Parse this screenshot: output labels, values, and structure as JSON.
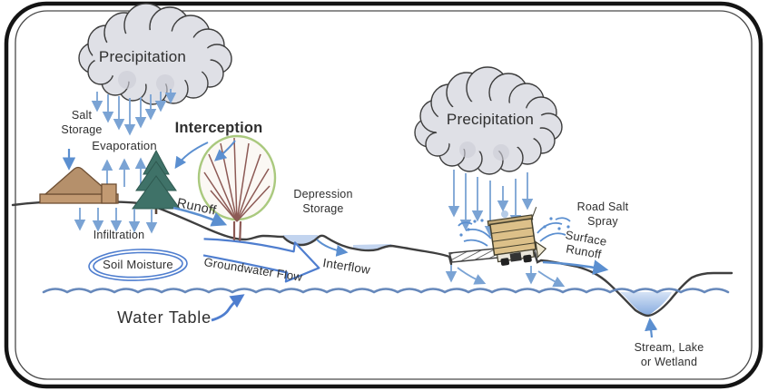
{
  "diagram": {
    "labels": {
      "precipitation_left": "Precipitation",
      "precipitation_right": "Precipitation",
      "salt_storage": "Salt\nStorage",
      "evaporation": "Evaporation",
      "interception": "Interception",
      "runoff": "Runoff",
      "infiltration": "Infiltration",
      "soil_moisture": "Soil Moisture",
      "depression_storage": "Depression\nStorage",
      "groundwater_flow": "Groundwater Flow",
      "interflow": "Interflow",
      "water_table": "Water Table",
      "road_salt_spray": "Road Salt\nSpray",
      "surface_runoff": "Surface\nRunoff",
      "stream_lake_wetland": "Stream, Lake\nor Wetland"
    },
    "colors": {
      "rain_blue": "#7aa3d4",
      "flow_blue": "#5b8fd0",
      "deep_blue": "#4f7ecf",
      "water_line": "#6688bb",
      "pond_fill": "#c2d4ef",
      "stream_top": "#d4e2f5",
      "stream_deep": "#86abdf",
      "cloud_fill": "#dfe0e6",
      "cloud_shade": "#ccccd6",
      "outline_dark": "#3d3d3d",
      "ground": "#3f3f3f",
      "salt_fill": "#b5906b",
      "salt_fill_light": "#c29a72",
      "salt_edge": "#6e4f33",
      "conifer_green": "#3f7268",
      "conifer_edge": "#2e584f",
      "canopy_green": "#aac97e",
      "canopy_fill": "#fbf8f4",
      "branch_brown": "#8d5a55",
      "truck_tan": "#dcc089",
      "truck_edge": "#44402e",
      "text_dark": "#2f2f2f"
    }
  }
}
